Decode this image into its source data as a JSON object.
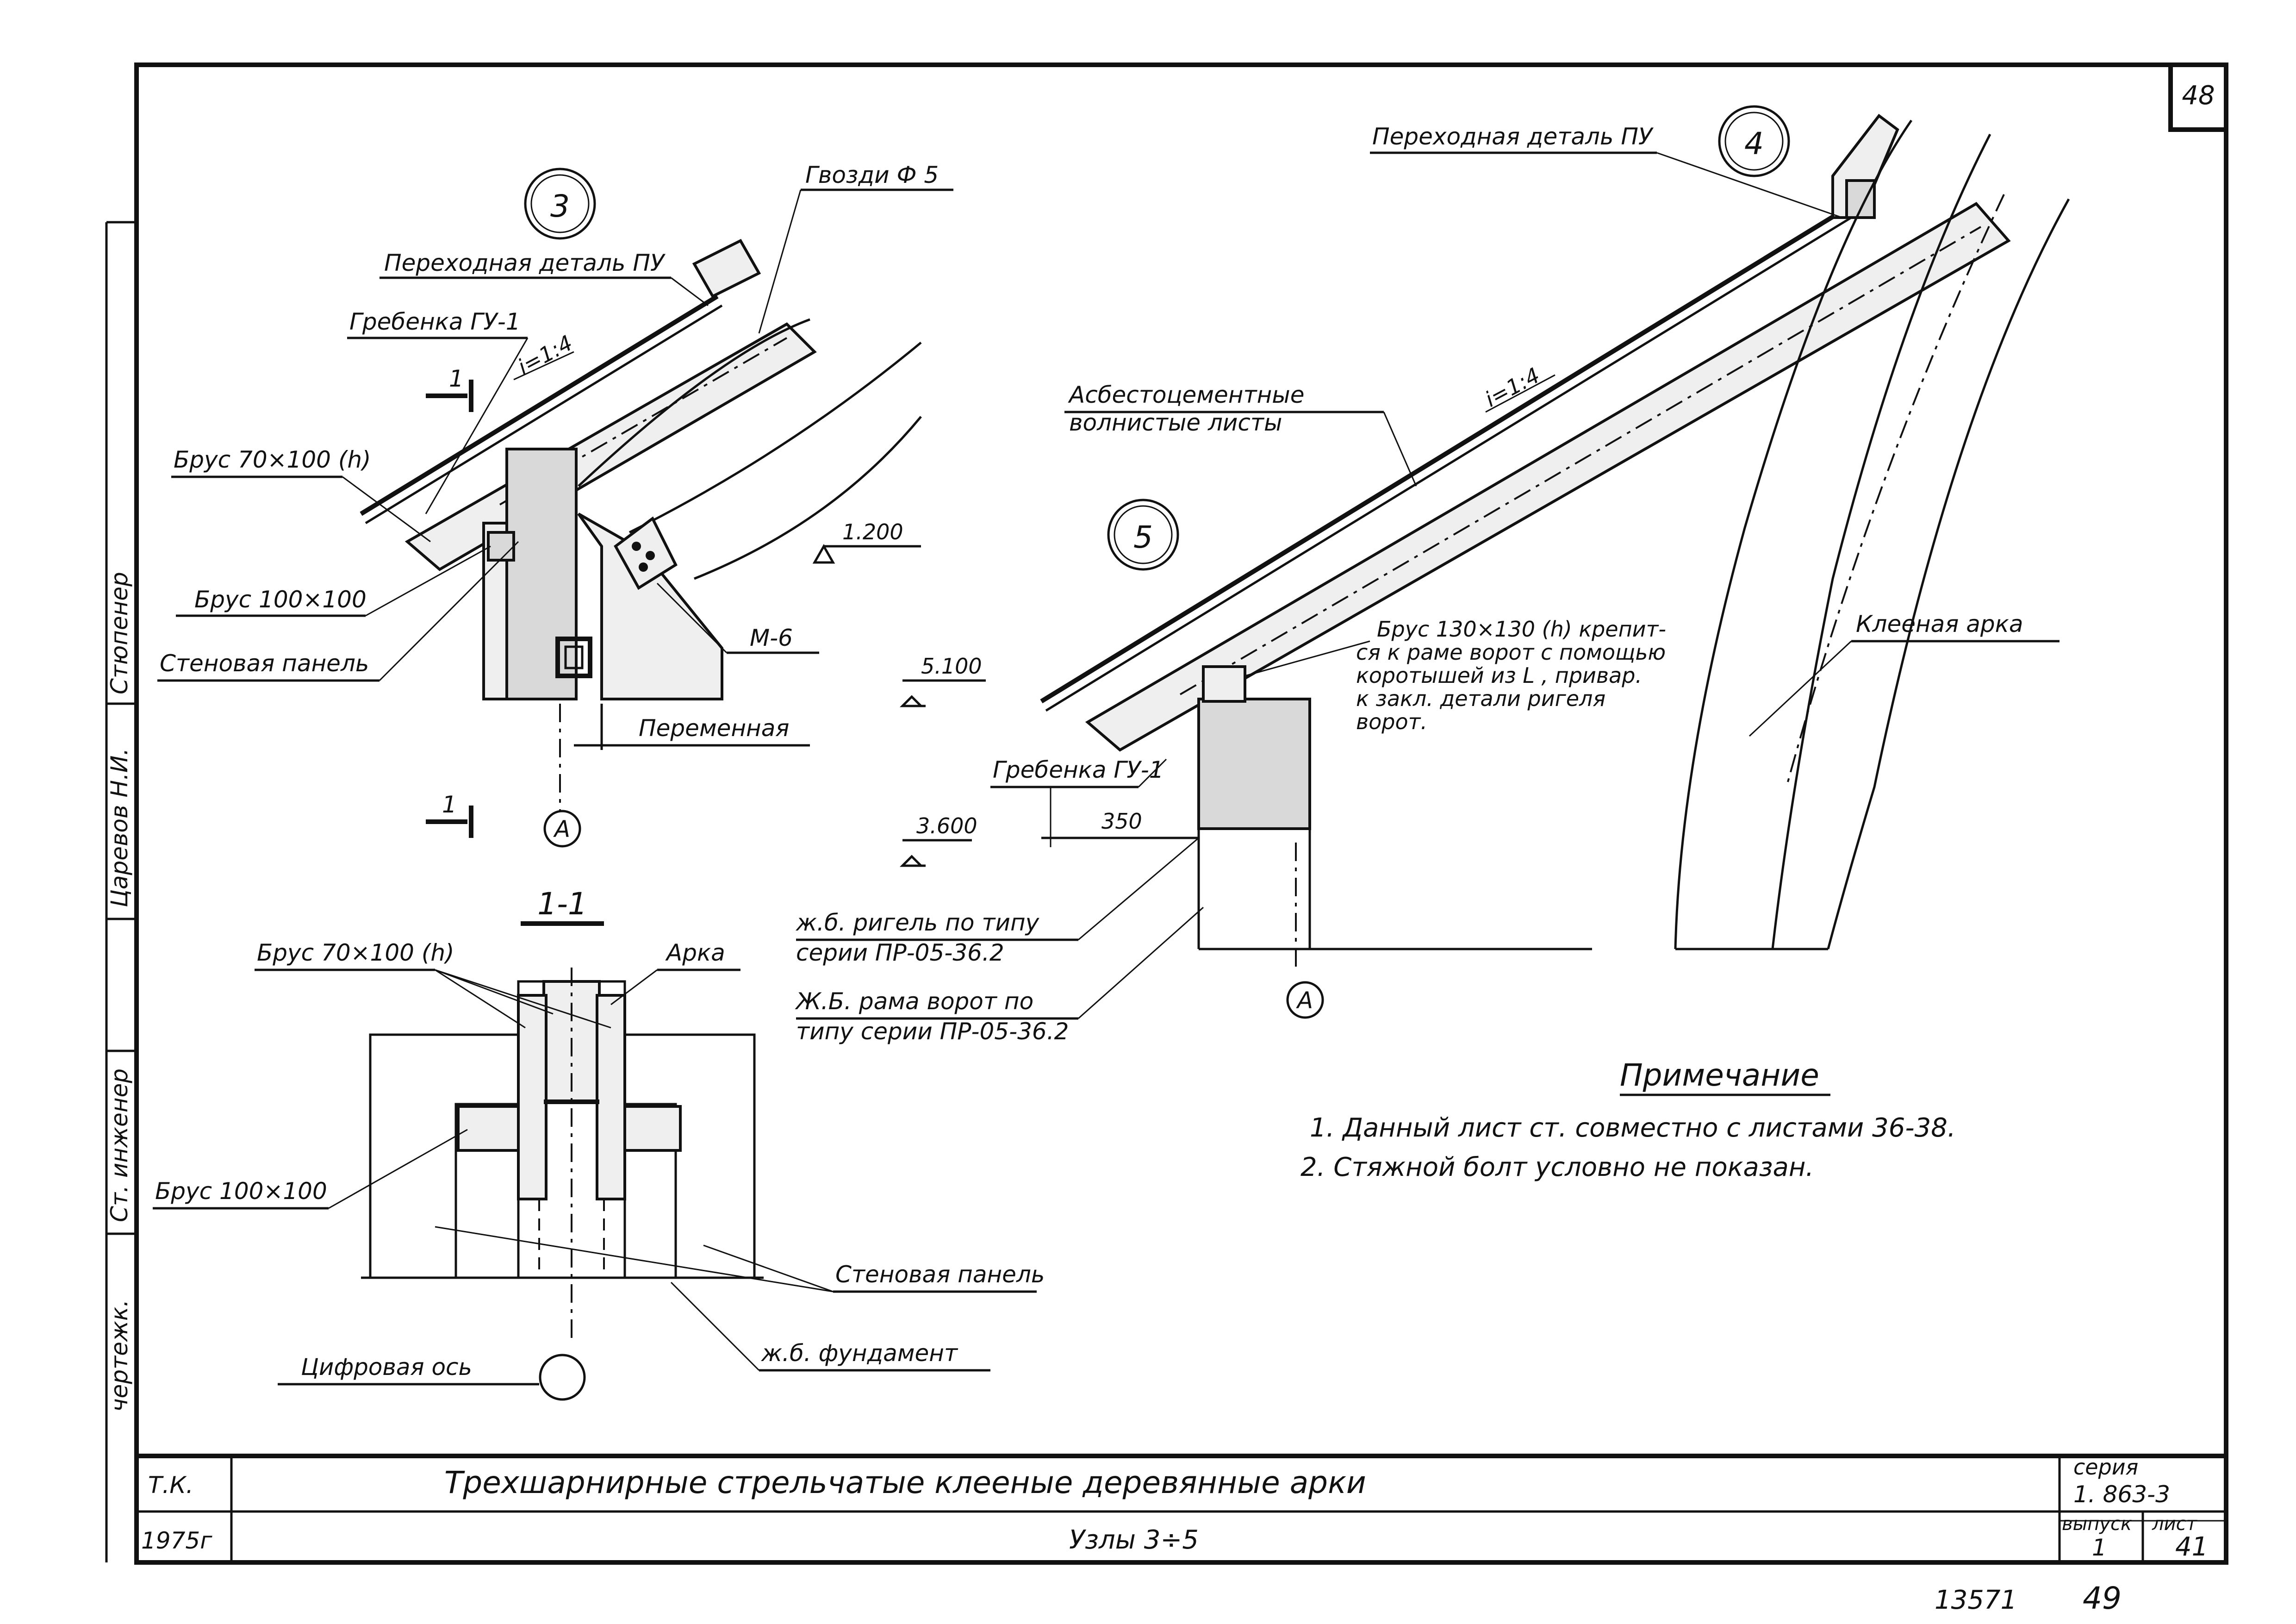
{
  "sheet_number": "48",
  "stamp": {
    "inventory": "13571",
    "page": "49"
  },
  "left_margin": {
    "designer_name": "Стюпенер",
    "checker_name": "Царевов Н.И.",
    "engineer_title": "Ст. инженер",
    "drawn_by": "чертежк."
  },
  "node3": {
    "circle_label": "3",
    "labels": {
      "nails": "Гвозди Ф 5",
      "transition": "Переходная деталь ПУ",
      "comb": "Гребенка ГУ-1",
      "slope": "i=1:4",
      "beam_70": "Брус 70×100 (h)",
      "beam_100": "Брус 100×100",
      "wall_panel": "Стеновая панель",
      "level_1200": "1.200",
      "m6": "М-6",
      "variable": "Переменная",
      "section_mark": "1",
      "axis": "А"
    }
  },
  "node4": {
    "circle_label": "4",
    "labels": {
      "transition": "Переходная деталь ПУ",
      "sheets_line1": "Асбестоцементные",
      "sheets_line2": "волнистые листы",
      "slope": "i=1:4",
      "glued_arch": "Клееная арка"
    }
  },
  "node5": {
    "circle_label": "5",
    "labels": {
      "beam_130_l1": "Брус 130×130 (h) крепит-",
      "beam_130_l2": "ся к раме ворот с помощью",
      "beam_130_l3": "коротышей из L , привар.",
      "beam_130_l4": "к закл. детали ригеля",
      "beam_130_l5": "ворот.",
      "level_5100": "5.100",
      "level_3600": "3.600",
      "comb": "Гребенка ГУ-1",
      "dim_350": "350",
      "crossbar_l1": "ж.б. ригель по типу",
      "crossbar_l2": "серии ПР-05-36.2",
      "frame_l1": "Ж.Б. рама ворот по",
      "frame_l2": "типу серии ПР-05-36.2",
      "axis": "А"
    }
  },
  "section11": {
    "title": "1-1",
    "labels": {
      "beam_70": "Брус 70×100 (h)",
      "arch": "Арка",
      "beam_100": "Брус 100×100",
      "wall_panel": "Стеновая панель",
      "foundation": "ж.б. фундамент",
      "digital_axis": "Цифровая ось"
    }
  },
  "notes": {
    "title": "Примечание",
    "items": [
      "1. Данный   лист   ст.  совместно  с  листами  36-38.",
      "2. Стяжной  болт  условно  не  показан."
    ]
  },
  "title_block": {
    "org": "Т.К.",
    "year": "1975г",
    "title": "Трехшарнирные   стрельчатые   клееные   деревянные   арки",
    "subtitle": "Узлы  3÷5",
    "series_label": "серия",
    "series_value": "1. 863-3",
    "issue_label": "выпуск",
    "issue_value": "1",
    "sheet_label": "лист",
    "sheet_value": "41"
  }
}
